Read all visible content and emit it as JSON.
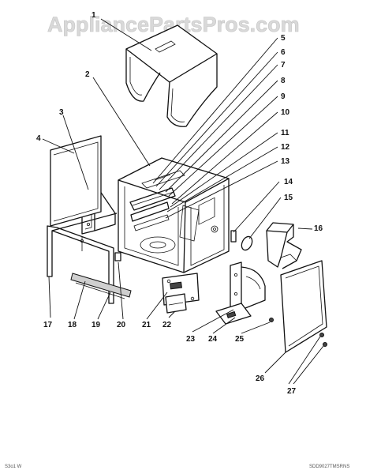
{
  "watermark": "AppliancePartsPros.com",
  "footer": {
    "left": "S3o1 W",
    "right": "SDD9027TMSRNS"
  },
  "callouts": [
    "1",
    "2",
    "3",
    "4",
    "5",
    "6",
    "7",
    "8",
    "9",
    "10",
    "11",
    "12",
    "13",
    "14",
    "15",
    "16",
    "17",
    "18",
    "19",
    "20",
    "21",
    "22",
    "23",
    "24",
    "25",
    "26",
    "27"
  ]
}
